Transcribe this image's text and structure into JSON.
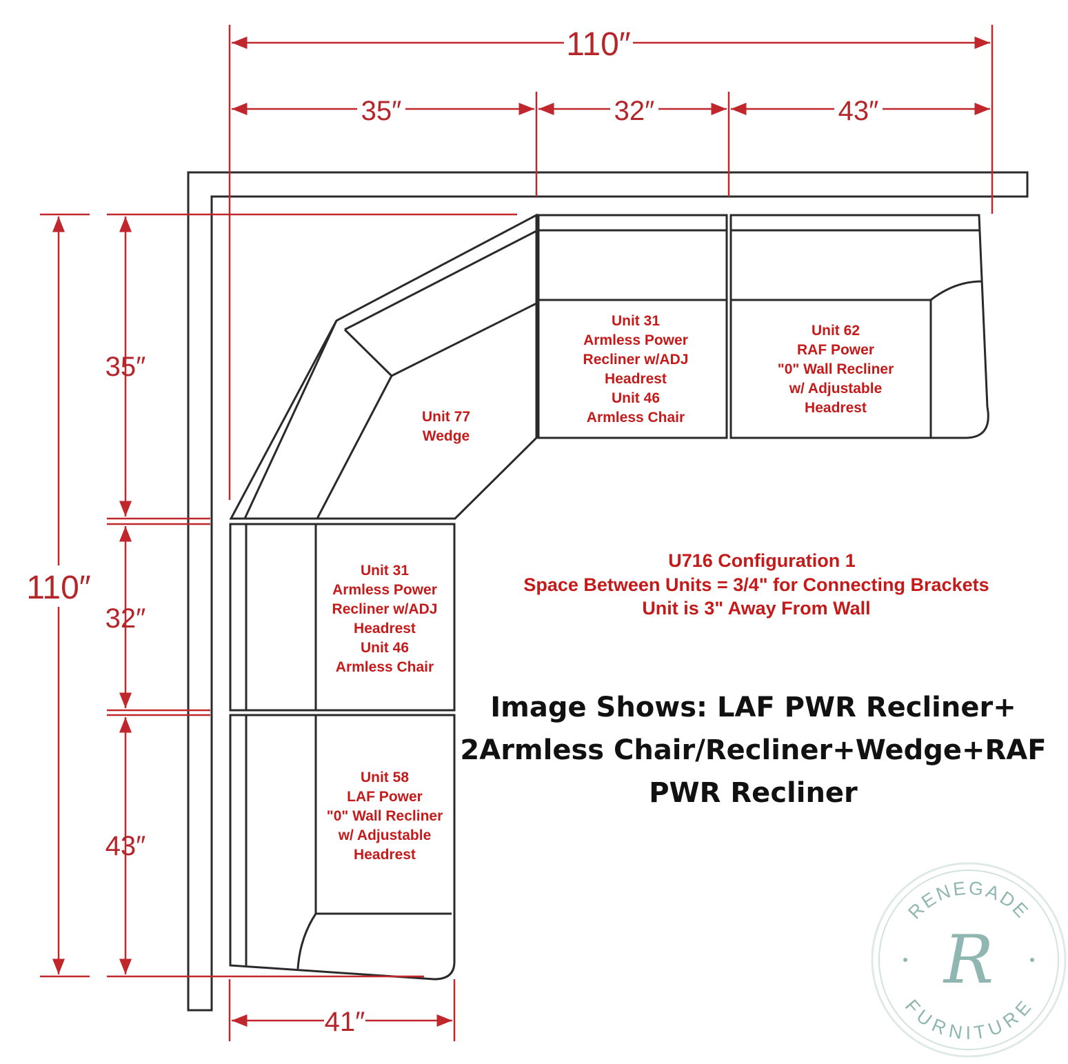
{
  "dimensions": {
    "top_total": "110″",
    "top_segments": [
      "35″",
      "32″",
      "43″"
    ],
    "left_total": "110″",
    "left_segments": [
      "35″",
      "32″",
      "43″"
    ],
    "bottom": "41″"
  },
  "units": {
    "unit77": [
      "Unit 77",
      "Wedge"
    ],
    "top_armless": [
      "Unit 31",
      "Armless Power",
      "Recliner w/ADJ",
      "Headrest",
      "Unit 46",
      "Armless Chair"
    ],
    "unit62": [
      "Unit 62",
      "RAF Power",
      "\"0\" Wall Recliner",
      "w/ Adjustable",
      "Headrest"
    ],
    "left_armless": [
      "Unit 31",
      "Armless Power",
      "Recliner w/ADJ",
      "Headrest",
      "Unit 46",
      "Armless Chair"
    ],
    "unit58": [
      "Unit 58",
      "LAF Power",
      "\"0\" Wall Recliner",
      "w/ Adjustable",
      "Headrest"
    ]
  },
  "notes": {
    "config": "U716 Configuration 1",
    "spacing": "Space Between Units = 3/4\" for Connecting Brackets",
    "wall": "Unit is 3\" Away From Wall"
  },
  "image_shows": [
    "Image Shows: LAF PWR Recliner+",
    "2Armless Chair/Recliner+Wedge+RAF",
    "PWR Recliner"
  ],
  "logo": {
    "top": "RENEGADE",
    "bottom": "FURNITURE",
    "monogram": "R"
  },
  "colors": {
    "dimension": "#c0272d",
    "outline": "#2a2a2a",
    "label": "#c41a1a",
    "logo": "#8fb6b0"
  }
}
